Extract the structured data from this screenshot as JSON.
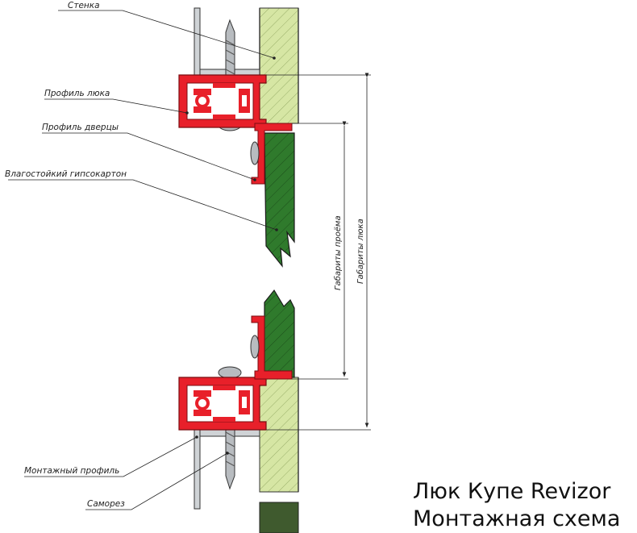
{
  "labels": {
    "wall": "Стенка",
    "hatch_profile": "Профиль люка",
    "door_profile": "Профиль дверцы",
    "drywall": "Влагостойкий гипсокартон",
    "mounting_profile": "Монтажный профиль",
    "screw": "Саморез"
  },
  "dimensions": {
    "opening": "Габариты проёма",
    "hatch": "Габариты люка"
  },
  "caption": {
    "line1": "Люк Купе Revizor",
    "line2": "Монтажная схема"
  },
  "colors": {
    "profile": "#e8202a",
    "wall": "#d6e6a4",
    "drywall": "#2f7a2c",
    "screw": "#b8bcc0",
    "mount": "#cfd3d6"
  }
}
